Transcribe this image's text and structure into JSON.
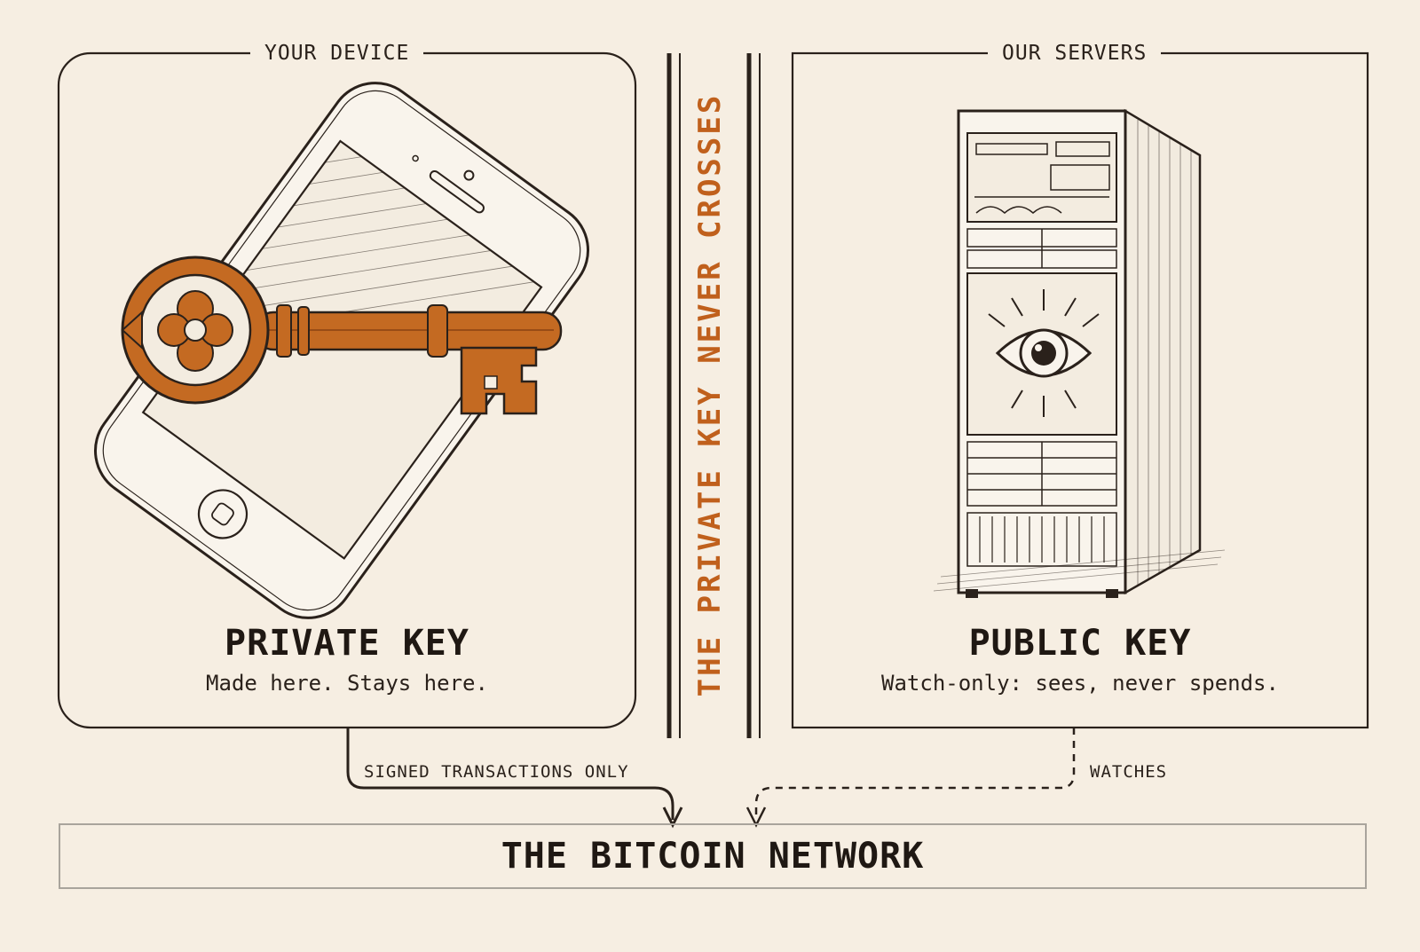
{
  "device_panel": {
    "header": "YOUR DEVICE",
    "title": "PRIVATE KEY",
    "subtitle": "Made here. Stays here."
  },
  "server_panel": {
    "header": "OUR SERVERS",
    "title": "PUBLIC KEY",
    "subtitle": "Watch-only: sees, never spends."
  },
  "divider": {
    "text": "THE PRIVATE KEY NEVER CROSSES"
  },
  "arrows": {
    "signed_label": "SIGNED TRANSACTIONS ONLY",
    "watches_label": "WATCHES"
  },
  "network": {
    "label": "THE BITCOIN NETWORK"
  },
  "icons": {
    "device": "smartphone-icon",
    "key": "skeleton-key-icon",
    "server": "server-rack-icon",
    "eye": "eye-icon"
  },
  "colors": {
    "background": "#f6eee2",
    "ink": "#2a211b",
    "accent": "#c0601c",
    "key_fill": "#c46a22"
  }
}
